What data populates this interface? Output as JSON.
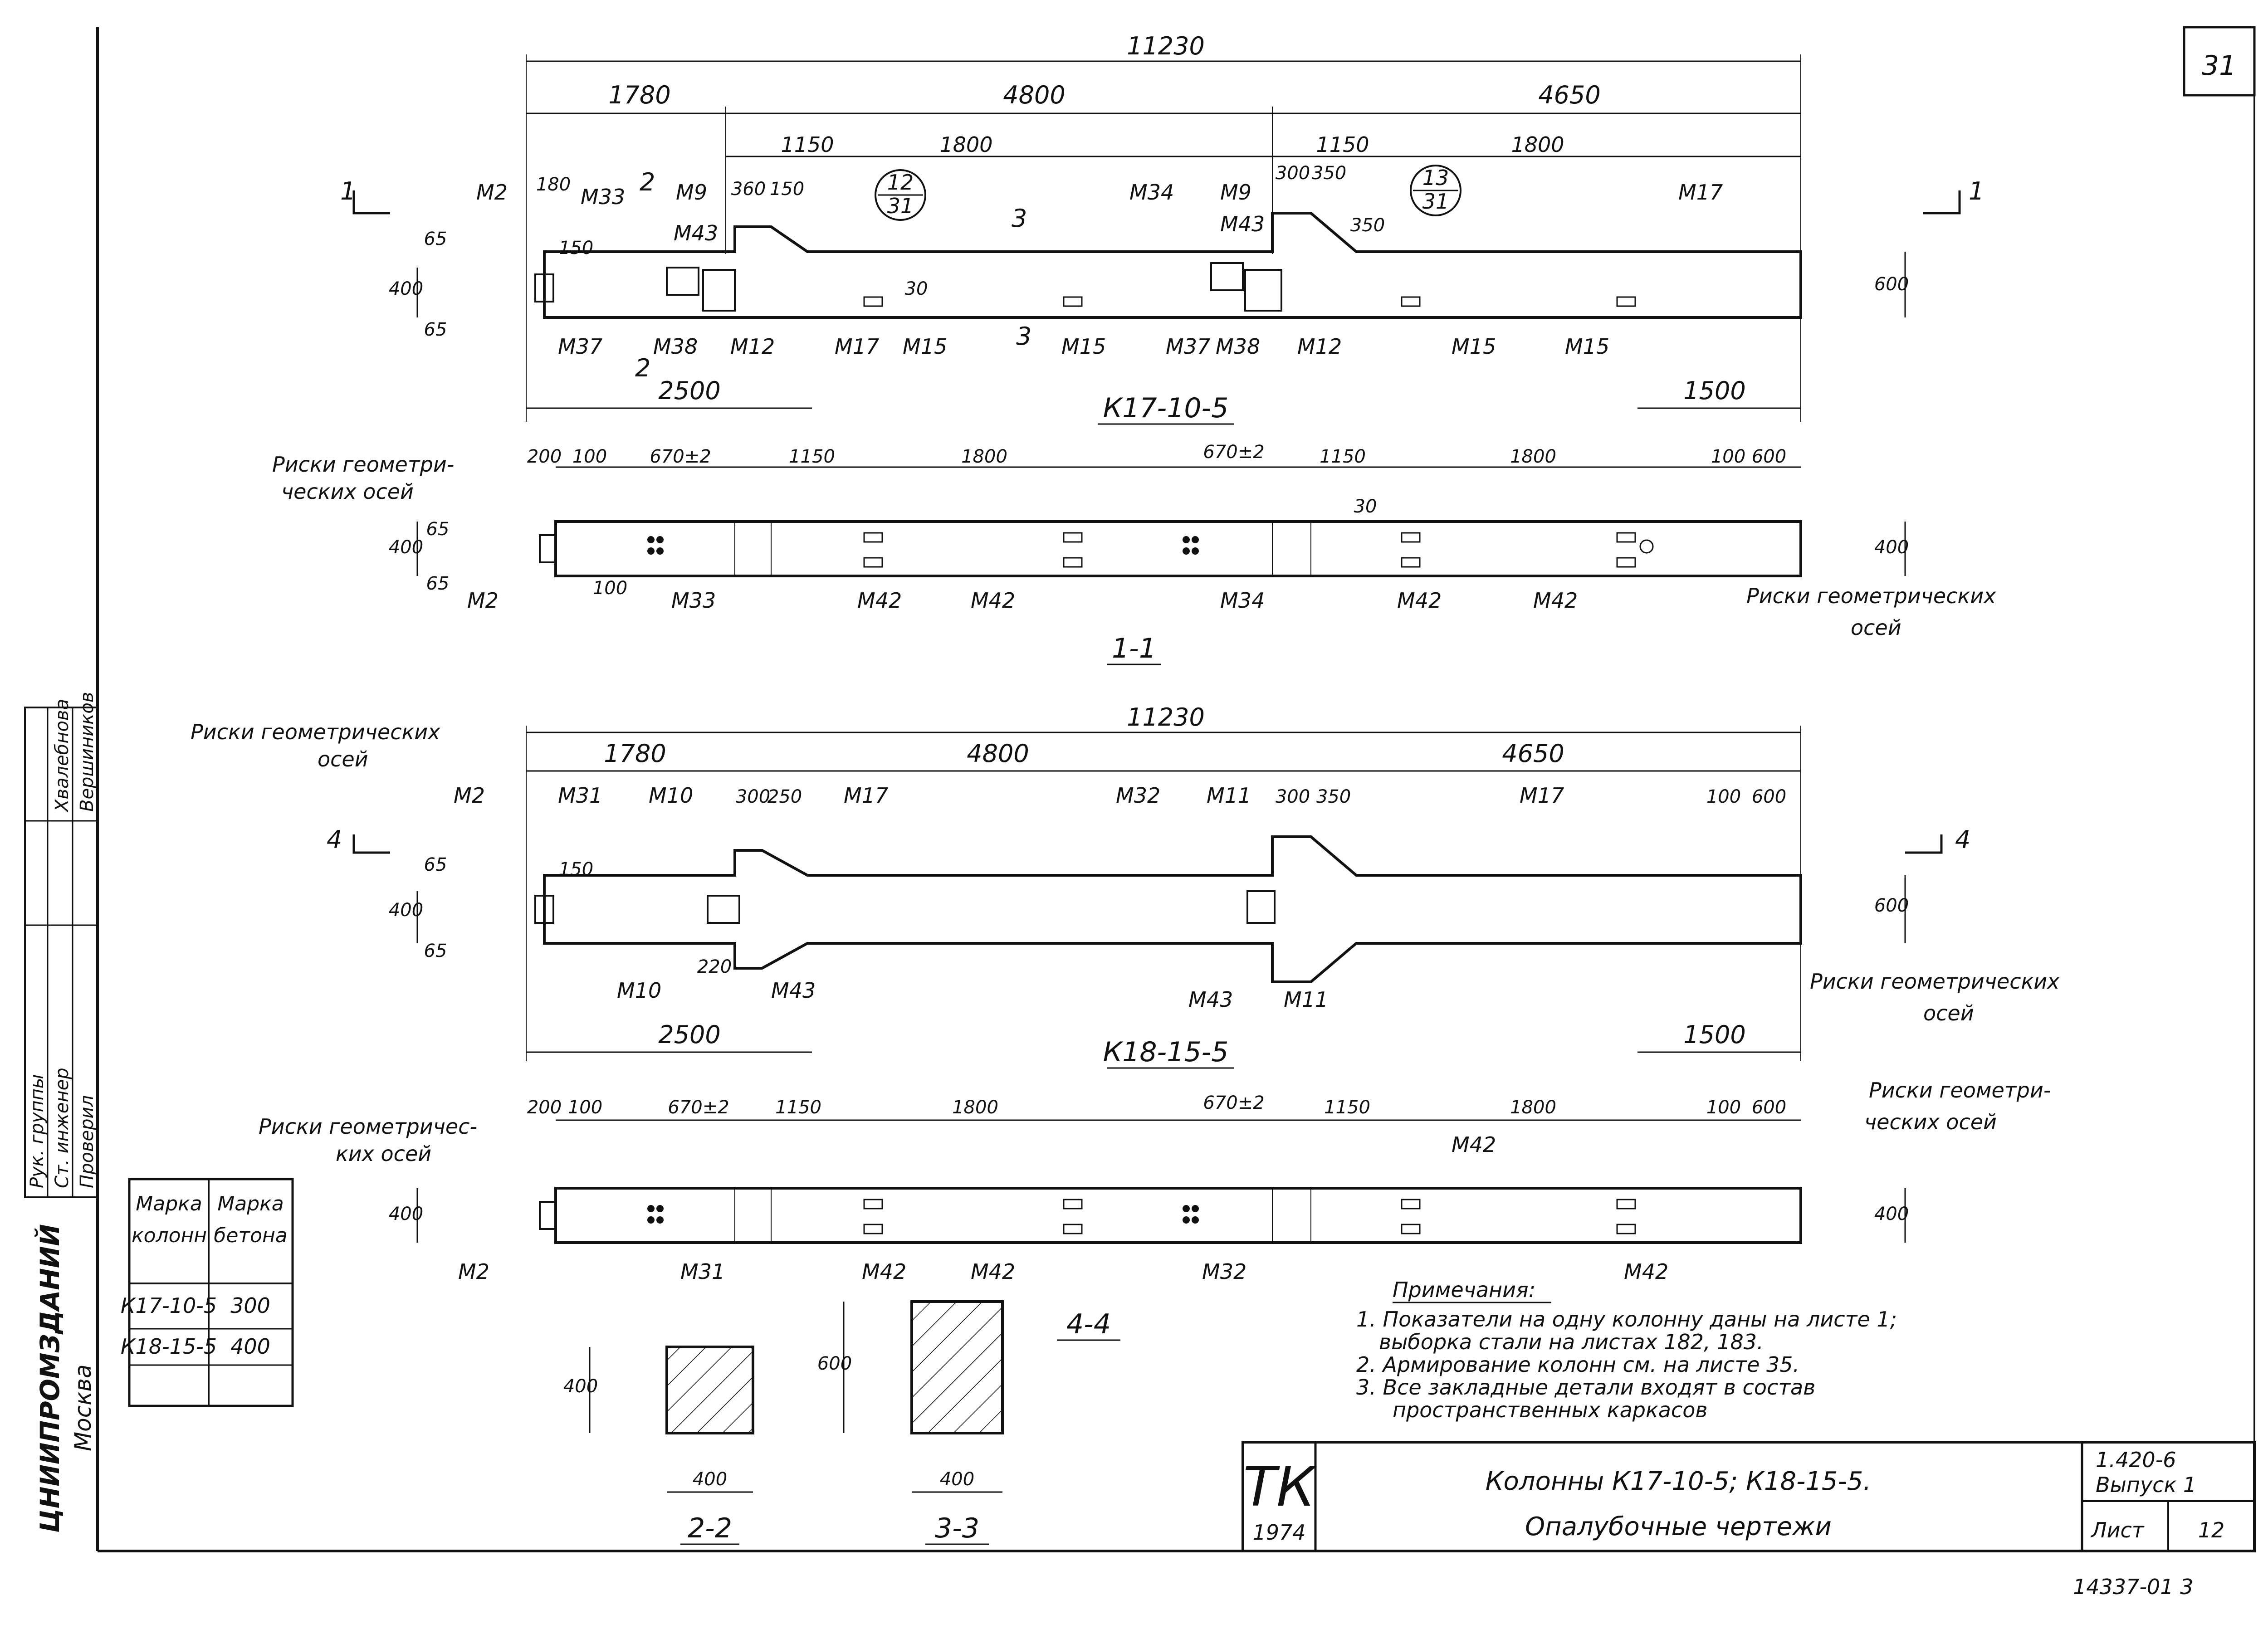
{
  "sheet": {
    "page_number": "31",
    "series": "1.420-6",
    "issue": "Выпуск 1",
    "sheet_label": "Лист",
    "sheet_number": "12",
    "inventory_number": "14337-01 3",
    "stamp_letters": "ТК",
    "stamp_year": "1974",
    "title_line1": "Колонны К17-10-5; К18-15-5.",
    "title_line2": "Опалубочные чертежи"
  },
  "side_stamp": {
    "org": "ЦНИИПРОМЗДАНИЙ",
    "city": "Москва",
    "roles": [
      "Рук. группы",
      "Ст. инженер",
      "Проверил"
    ],
    "names": [
      "Хвалебнова",
      "Вершиников"
    ]
  },
  "views": {
    "top": {
      "total": "11230",
      "seg1": "1780",
      "seg2": "4800",
      "seg3": "4650",
      "sub1": "1150",
      "sub2": "1800",
      "sub3": "1150",
      "sub4": "1800",
      "d180": "180",
      "d360": "360",
      "d150": "150",
      "d300": "300",
      "d350": "350",
      "d65a": "65",
      "d400": "400",
      "d65b": "65",
      "d600": "600",
      "d2500": "2500",
      "d1500": "1500",
      "d30": "30",
      "d150v": "150",
      "d350v": "350",
      "callout1_top": "12",
      "callout1_bot": "31",
      "callout2_top": "13",
      "callout2_bot": "31",
      "marks": [
        "М2",
        "М33",
        "М9",
        "М43",
        "М34",
        "М9",
        "М43",
        "М17",
        "М37",
        "М38",
        "М12",
        "М17",
        "М15",
        "М15",
        "М37",
        "М38",
        "М12",
        "М15",
        "М15"
      ],
      "section1": "1",
      "section2": "2",
      "section3": "3",
      "caption": "К17-10-5"
    },
    "sec11": {
      "d200": "200",
      "d100": "100",
      "d670a": "670±2",
      "d1150a": "1150",
      "d1800a": "1800",
      "d670b": "670±2",
      "d1150b": "1150",
      "d1800b": "1800",
      "d100b": "100",
      "d600": "600",
      "d400": "400",
      "d65a": "65",
      "d65b": "65",
      "d100v": "100",
      "d30": "30",
      "d400r": "400",
      "risk_top": "Риски геометри-",
      "risk_top2": "ческих осей",
      "risk_bottom": "Риски геометрических",
      "risk_bottom2": "осей",
      "marks": [
        "М2",
        "М33",
        "М42",
        "М42",
        "М34",
        "М42",
        "М42"
      ],
      "caption": "1-1"
    },
    "mid": {
      "total": "11230",
      "seg1": "1780",
      "seg2": "4800",
      "seg3": "4650",
      "d300a": "300",
      "d250": "250",
      "d300b": "300",
      "d350": "350",
      "d100": "100",
      "d600": "600",
      "d65a": "65",
      "d400": "400",
      "d65b": "65",
      "d150": "150",
      "d220": "220",
      "d600r": "600",
      "d2500": "2500",
      "d1500": "1500",
      "risk_top": "Риски геометрических",
      "risk_top2": "осей",
      "risk_right": "Риски геометрических",
      "risk_right2": "осей",
      "marks": [
        "М2",
        "М31",
        "М10",
        "М17",
        "М32",
        "М11",
        "М17",
        "М10",
        "М43",
        "М43",
        "М11"
      ],
      "section4": "4",
      "caption": "К18-15-5"
    },
    "sec44": {
      "d200": "200",
      "d100": "100",
      "d670a": "670±2",
      "d1150a": "1150",
      "d1800a": "1800",
      "d670b": "670±2",
      "d1150b": "1150",
      "d1800b": "1800",
      "d100b": "100",
      "d600": "600",
      "d400": "400",
      "d400r": "400",
      "risk_left": "Риски геометричес-",
      "risk_left2": "ких осей",
      "risk_right": "Риски геометри-",
      "risk_right2": "ческих осей",
      "marks": [
        "М2",
        "М31",
        "М42",
        "М42",
        "М32",
        "М42",
        "М42"
      ],
      "caption": "4-4"
    },
    "section22": {
      "d400v": "400",
      "d400h": "400",
      "caption": "2-2"
    },
    "section33": {
      "d600v": "600",
      "d400h": "400",
      "caption": "3-3"
    }
  },
  "concrete_table": {
    "headers": [
      "Марка колонны",
      "Марка бетона"
    ],
    "rows": [
      [
        "К17-10-5",
        "300"
      ],
      [
        "К18-15-5",
        "400"
      ]
    ]
  },
  "notes": {
    "title": "Примечания:",
    "items": [
      "1. Показатели на одну колонну даны на листе 1;",
      "выборка стали на листах 182, 183.",
      "2. Армирование колонн см. на листе 35.",
      "3. Все закладные детали входят в состав",
      "пространственных каркасов"
    ]
  }
}
